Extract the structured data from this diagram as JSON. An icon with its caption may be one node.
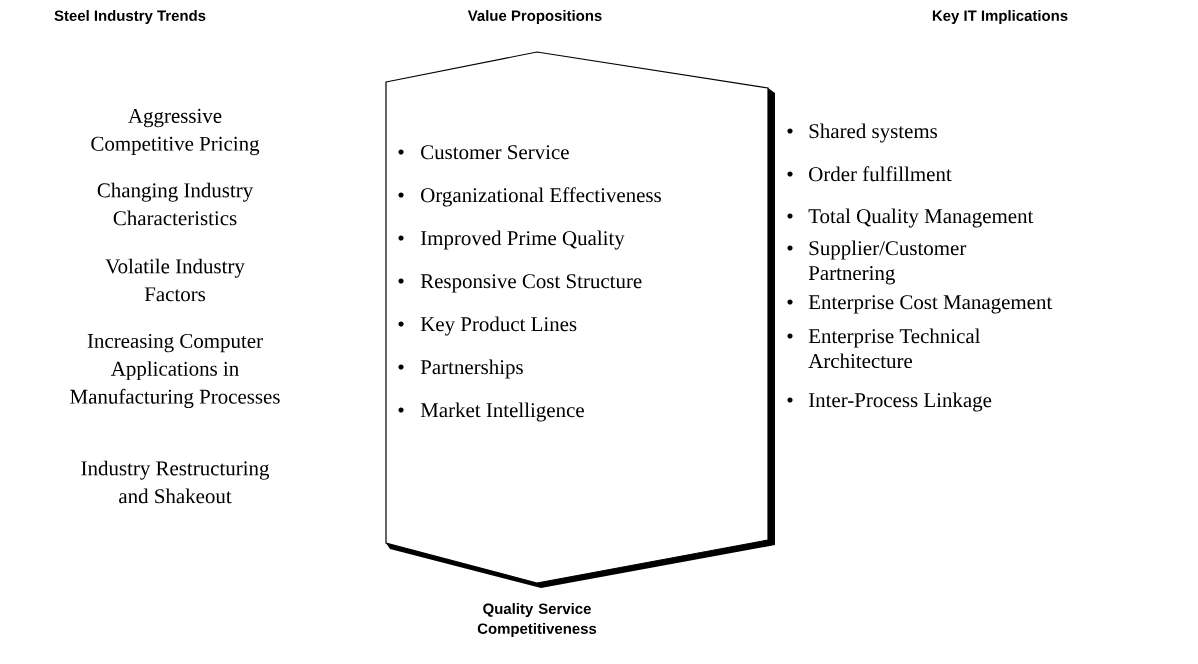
{
  "diagram": {
    "nodes": [
      {
        "text": [
          "Customer Service",
          "Organizational Effectiveness",
          "Improved Prime Quality",
          "Responsive Cost Structure",
          "Key Product Lines",
          "Partnerships",
          "Market Intelligence"
        ],
        "beside": [
          "Quality Service Competitiveness"
        ]
      }
    ],
    "edges": [],
    "labels": [
      "Steel Industry Trends",
      "Value Propositions",
      "Key IT Implications",
      "Aggressive Competitive Pricing",
      "Changing Industry Characteristics",
      "Volatile Industry Factors",
      "Increasing Computer Applications in Manufacturing Processes",
      "Industry Restructuring and Shakeout",
      "Shared systems",
      "Order fulfillment",
      "Total Quality Management",
      "Supplier/Customer Partnering",
      "Enterprise Cost Management",
      "Enterprise Technical Architecture",
      "Inter-Process Linkage"
    ]
  }
}
